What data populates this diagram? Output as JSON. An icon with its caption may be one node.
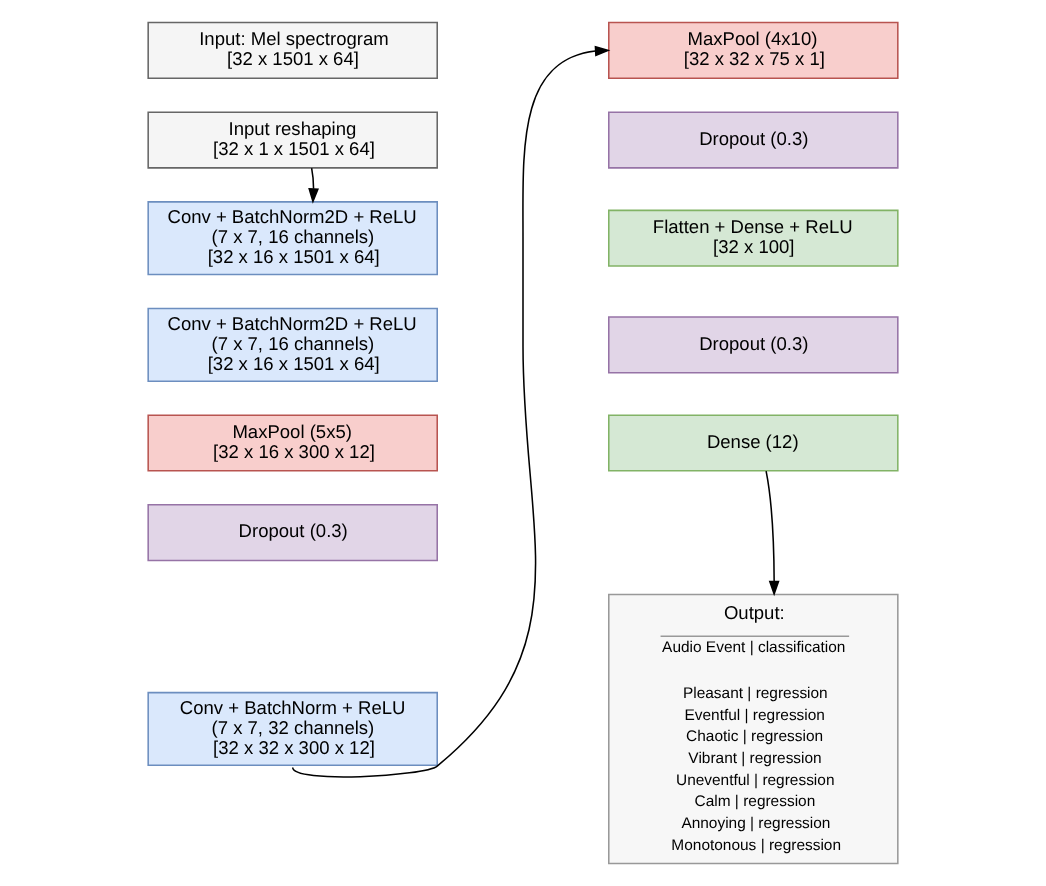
{
  "diagram": {
    "nodes": [
      {
        "text": [
          "Input: Mel spectrogram [32 x 1501 x 64]"
        ]
      },
      {
        "text": [
          "Input reshaping [32 x 1 x 1501 x 64]"
        ]
      },
      {
        "text": [
          "Conv + BatchNorm2D + ReLU (7 x 7, 16 channels) [32 x 16 x 1501 x 64]"
        ]
      },
      {
        "text": [
          "Conv + BatchNorm2D + ReLU (7 x 7, 16 channels) [32 x 16 x 1501 x 64]"
        ]
      },
      {
        "text": [
          "MaxPool (5x5) [32 x 16 x 300 x 12]"
        ]
      },
      {
        "text": [
          "Dropout (0.3)"
        ]
      },
      {
        "text": [
          "Conv + BatchNorm + ReLU (7 x 7, 32 channels) [32 x 32 x 300 x 12]"
        ]
      },
      {
        "text": [
          "MaxPool (4x10) [32 x 32 x 75 x 1]"
        ]
      },
      {
        "text": [
          "Dropout (0.3)"
        ]
      },
      {
        "text": [
          "Flatten + Dense + ReLU [32 x 100]"
        ]
      },
      {
        "text": [
          "Dropout (0.3)"
        ]
      },
      {
        "text": [
          "Dense (12)"
        ]
      },
      {
        "text": [
          "Output:",
          "Audio Event | classification",
          "Pleasant | regression",
          "Eventful | regression",
          "Chaotic | regression",
          "Vibrant | regression",
          "Uneventful | regression",
          "Calm | regression",
          "Annoying | regression",
          "Monotonous | regression"
        ]
      }
    ],
    "edges": [
      {
        "from": 1,
        "to": 2,
        "arrow": "to"
      },
      {
        "from": 6,
        "to": 7,
        "arrow": "to"
      },
      {
        "from": 11,
        "to": 12,
        "arrow": "to"
      }
    ]
  }
}
